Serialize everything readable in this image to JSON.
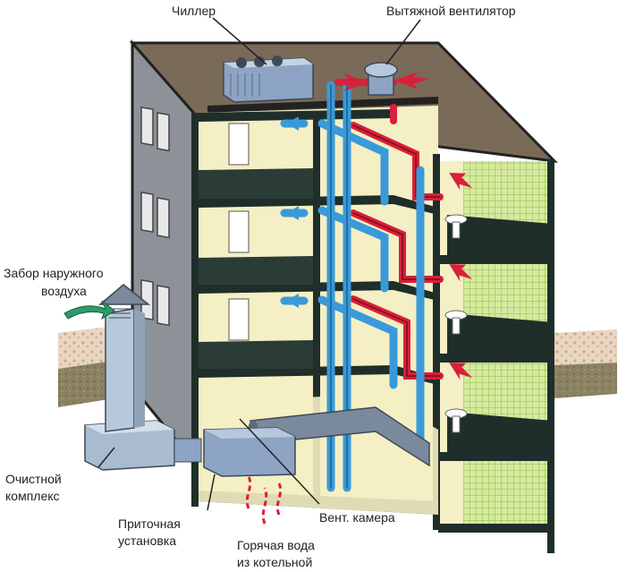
{
  "labels": {
    "chiller": "Чиллер",
    "exhaust_fan": "Вытяжной вентилятор",
    "air_intake_line1": "Забор наружного",
    "air_intake_line2": "воздуха",
    "cleaning_line1": "Очистной",
    "cleaning_line2": "комплекс",
    "supply_line1": "Приточная",
    "supply_line2": "установка",
    "vent_chamber": "Вент. камера",
    "hot_water_line1": "Горячая вода",
    "hot_water_line2": "из котельной"
  },
  "colors": {
    "supply_air": "#3a9ad9",
    "exhaust_air": "#d8203a",
    "wall_front": "#8a9096",
    "floor_dark": "#1f2e2a",
    "room_wall": "#f4efc4",
    "tile_green": "#cfe59a",
    "roof": "#7a6a58",
    "ground": "#e7d3bf",
    "soil": "#8a8266"
  }
}
